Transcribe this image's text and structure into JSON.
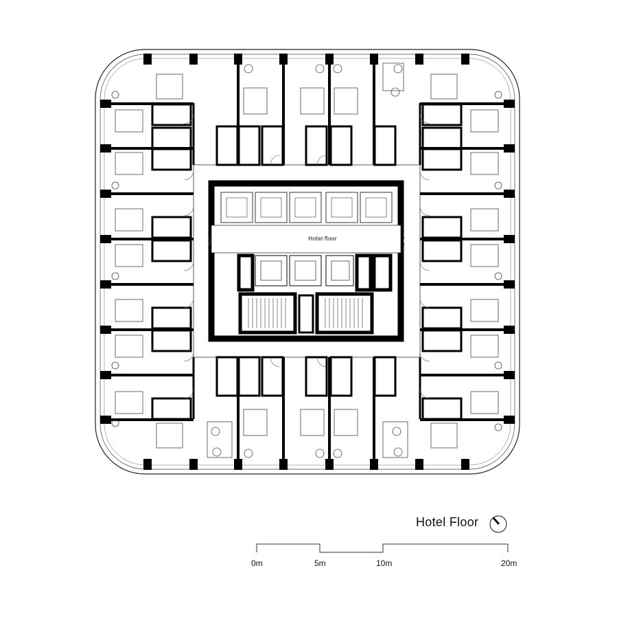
{
  "plan": {
    "center_label": "Hotel floor"
  },
  "caption": {
    "title": "Hotel Floor"
  },
  "scale_bar": {
    "ticks": [
      {
        "label": "0m",
        "value": 0
      },
      {
        "label": "5m",
        "value": 5
      },
      {
        "label": "10m",
        "value": 10
      },
      {
        "label": "20m",
        "value": 20
      }
    ]
  },
  "icons": {
    "north": "north-arrow-icon"
  }
}
